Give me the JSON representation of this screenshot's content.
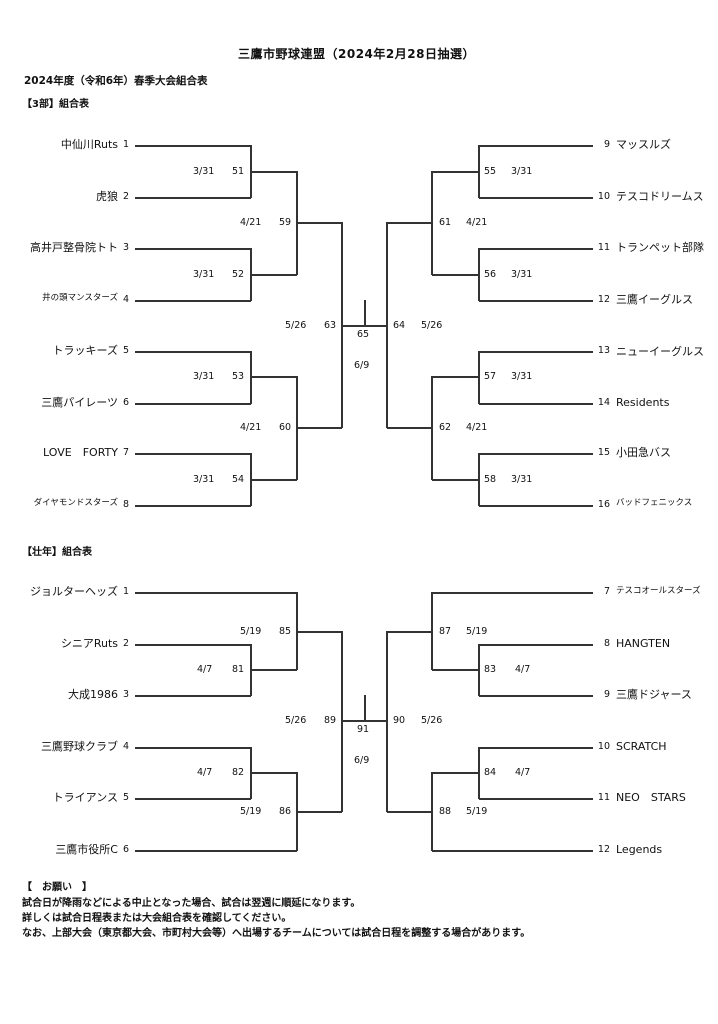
{
  "header": {
    "title": "三鷹市野球連盟（2024年2月28日抽選）",
    "subtitle": "2024年度（令和6年）春季大会組合表"
  },
  "bracket3": {
    "heading": "【3部】組合表",
    "left_teams": [
      {
        "name": "中仙川Ruts",
        "seed": "1"
      },
      {
        "name": "虎狼",
        "seed": "2"
      },
      {
        "name": "高井戸整骨院トト",
        "seed": "3"
      },
      {
        "name": "井の頭マンスターズ",
        "seed": "4"
      },
      {
        "name": "トラッキーズ",
        "seed": "5"
      },
      {
        "name": "三鷹パイレーツ",
        "seed": "6"
      },
      {
        "name": "LOVE　FORTY",
        "seed": "7"
      },
      {
        "name": "ダイヤモンドスターズ",
        "seed": "8"
      }
    ],
    "right_teams": [
      {
        "name": "マッスルズ",
        "seed": "9"
      },
      {
        "name": "テスコドリームス",
        "seed": "10"
      },
      {
        "name": "トランペット部隊",
        "seed": "11"
      },
      {
        "name": "三鷹イーグルス",
        "seed": "12"
      },
      {
        "name": "ニューイーグルス",
        "seed": "13"
      },
      {
        "name": "Residents",
        "seed": "14"
      },
      {
        "name": "小田急バス",
        "seed": "15"
      },
      {
        "name": "バッドフェニックス",
        "seed": "16"
      }
    ],
    "left_r1": [
      {
        "date": "3/31",
        "game": "51"
      },
      {
        "date": "3/31",
        "game": "52"
      },
      {
        "date": "3/31",
        "game": "53"
      },
      {
        "date": "3/31",
        "game": "54"
      }
    ],
    "right_r1": [
      {
        "game": "55",
        "date": "3/31"
      },
      {
        "game": "56",
        "date": "3/31"
      },
      {
        "game": "57",
        "date": "3/31"
      },
      {
        "game": "58",
        "date": "3/31"
      }
    ],
    "left_r2": [
      {
        "date": "4/21",
        "game": "59"
      },
      {
        "date": "4/21",
        "game": "60"
      }
    ],
    "right_r2": [
      {
        "game": "61",
        "date": "4/21"
      },
      {
        "game": "62",
        "date": "4/21"
      }
    ],
    "left_semi": {
      "date": "5/26",
      "game": "63"
    },
    "right_semi": {
      "game": "64",
      "date": "5/26"
    },
    "final": {
      "game": "65",
      "date": "6/9"
    }
  },
  "bracketS": {
    "heading": "【壮年】組合表",
    "left_teams": [
      {
        "name": "ジョルターヘッズ",
        "seed": "1"
      },
      {
        "name": "シニアRuts",
        "seed": "2"
      },
      {
        "name": "大成1986",
        "seed": "3"
      },
      {
        "name": "三鷹野球クラブ",
        "seed": "4"
      },
      {
        "name": "トライアンス",
        "seed": "5"
      },
      {
        "name": "三鷹市役所C",
        "seed": "6"
      }
    ],
    "right_teams": [
      {
        "name": "テスコオールスターズ",
        "seed": "7"
      },
      {
        "name": "HANGTEN",
        "seed": "8"
      },
      {
        "name": "三鷹ドジャース",
        "seed": "9"
      },
      {
        "name": "SCRATCH",
        "seed": "10"
      },
      {
        "name": "NEO　STARS",
        "seed": "11"
      },
      {
        "name": "Legends",
        "seed": "12"
      }
    ],
    "g81": {
      "date": "4/7",
      "game": "81"
    },
    "g82": {
      "date": "4/7",
      "game": "82"
    },
    "g85": {
      "date": "5/19",
      "game": "85"
    },
    "g86": {
      "date": "5/19",
      "game": "86"
    },
    "g87": {
      "game": "87",
      "date": "5/19"
    },
    "g83": {
      "game": "83",
      "date": "4/7"
    },
    "g84": {
      "game": "84",
      "date": "4/7"
    },
    "g88": {
      "game": "88",
      "date": "5/19"
    },
    "left_semi": {
      "date": "5/26",
      "game": "89"
    },
    "right_semi": {
      "game": "90",
      "date": "5/26"
    },
    "final": {
      "game": "91",
      "date": "6/9"
    }
  },
  "notes": {
    "heading": "【　お願い　】",
    "line1": "試合日が降雨などによる中止となった場合、試合は翌週に順延になります。",
    "line2": "詳しくは試合日程表または大会組合表を確認してください。",
    "line3": "なお、上部大会（東京都大会、市町村大会等）へ出場するチームについては試合日程を調整する場合があります。"
  }
}
